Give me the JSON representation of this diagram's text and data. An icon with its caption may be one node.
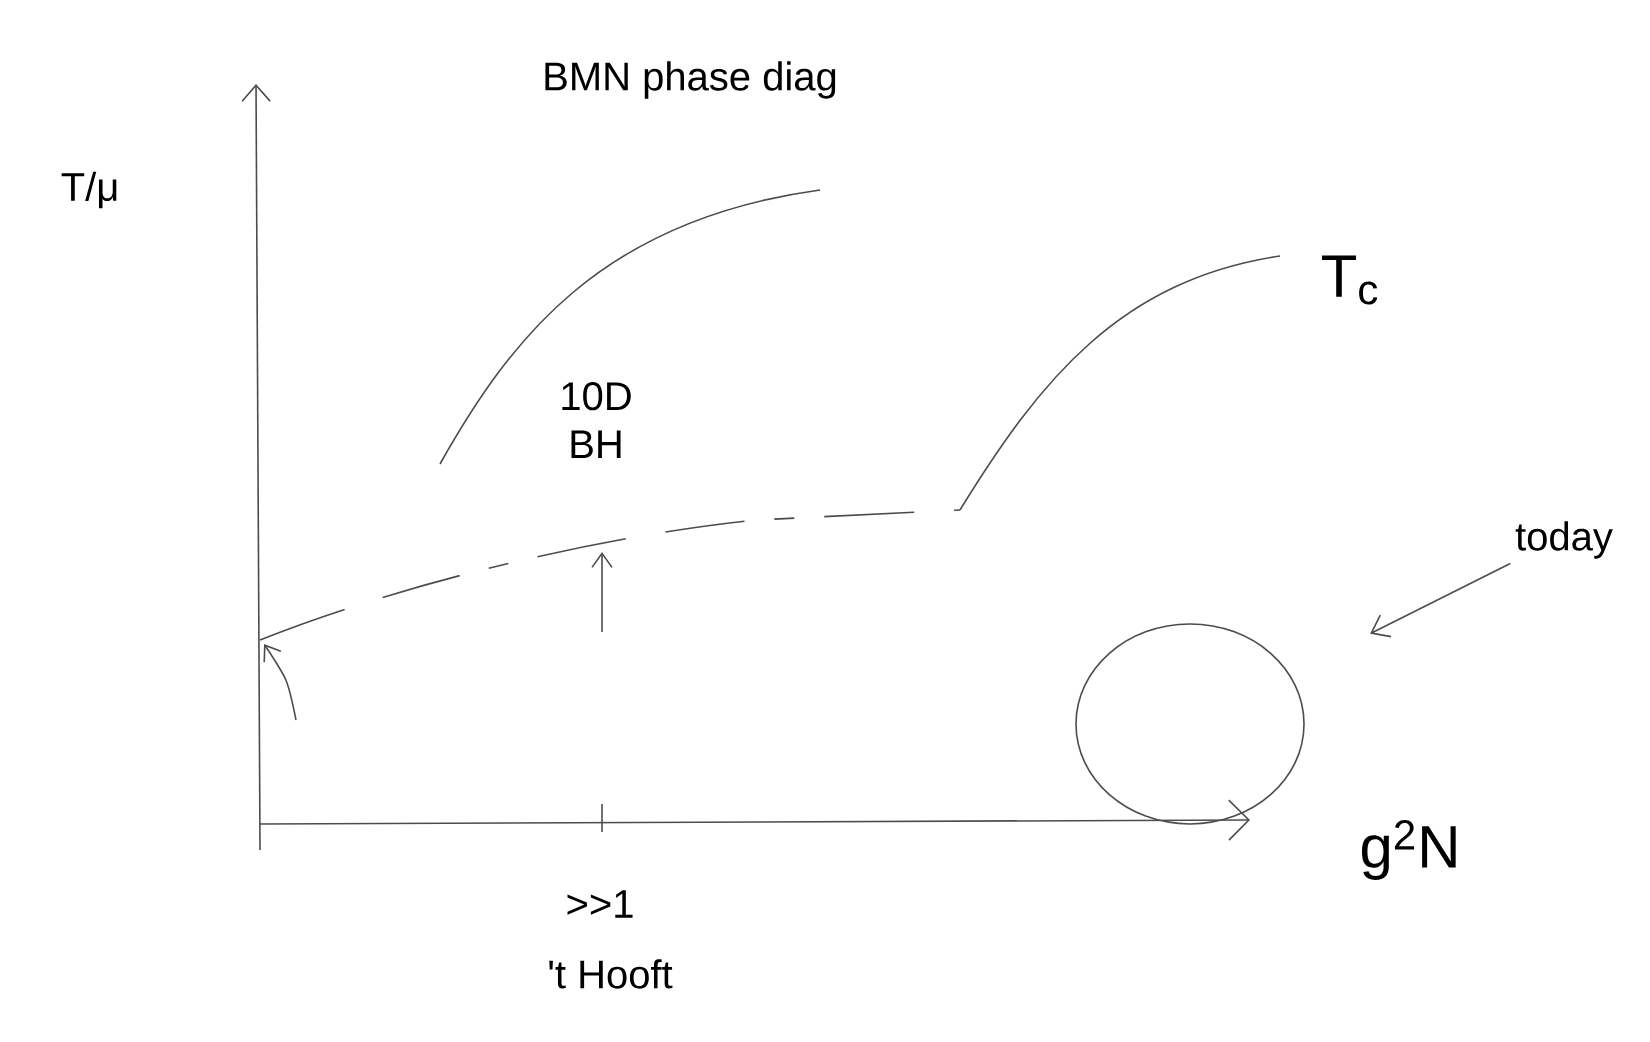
{
  "diagram": {
    "title": "BMN phase diag",
    "nodes": [
      {
        "text": [
          "today"
        ]
      },
      {
        "text": [],
        "shape": "circle"
      }
    ],
    "edges": [
      {
        "from": 0,
        "to": 1,
        "arrow": "to"
      }
    ],
    "labels": [
      "T/μ",
      "T$_{c}$",
      "10D BH",
      "g$^{2}$N",
      ">>1",
      "'t Hooft"
    ]
  }
}
